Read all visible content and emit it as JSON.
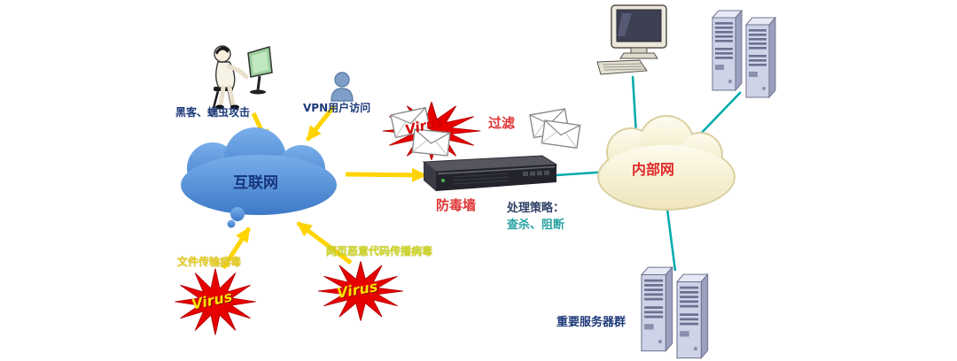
{
  "diagram": {
    "hacker_label": "黑客、蠕虫攻击",
    "vpn_label": "VPN用户访问",
    "internet_label": "互联网",
    "virus_label": "Virus",
    "filter_label": "过滤",
    "firewall_label": "防毒墙",
    "policy_title": "处理策略：",
    "policy_actions": "查杀、阻断",
    "intranet_label": "内部网",
    "servers_label": "重要服务器群",
    "file_virus_label": "文件传输病毒",
    "web_virus_label": "网页恶意代码传播病毒"
  },
  "colors": {
    "internet_cloud": "#4f8fd6",
    "intranet_cloud": "#f8f4d8",
    "arrow_yellow": "#ffd400",
    "link_teal": "#00a9a9",
    "virus_burst_red": "#e60000",
    "virus_text_yellow": "#ffe000",
    "label_navy": "#1e3a7a",
    "label_red": "#e03434",
    "label_teal": "#2ba3a3",
    "label_yellow": "#e6cf2e"
  }
}
